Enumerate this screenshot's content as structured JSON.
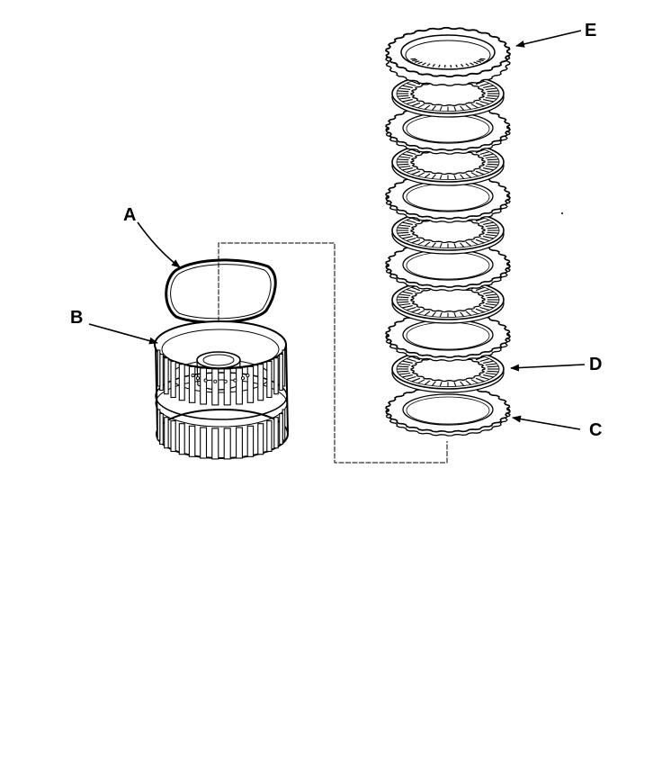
{
  "diagram": {
    "labels": {
      "a": "A",
      "b": "B",
      "c": "C",
      "d": "D",
      "e": "E"
    },
    "ink_color": "#000000",
    "background_color": "#ffffff"
  }
}
